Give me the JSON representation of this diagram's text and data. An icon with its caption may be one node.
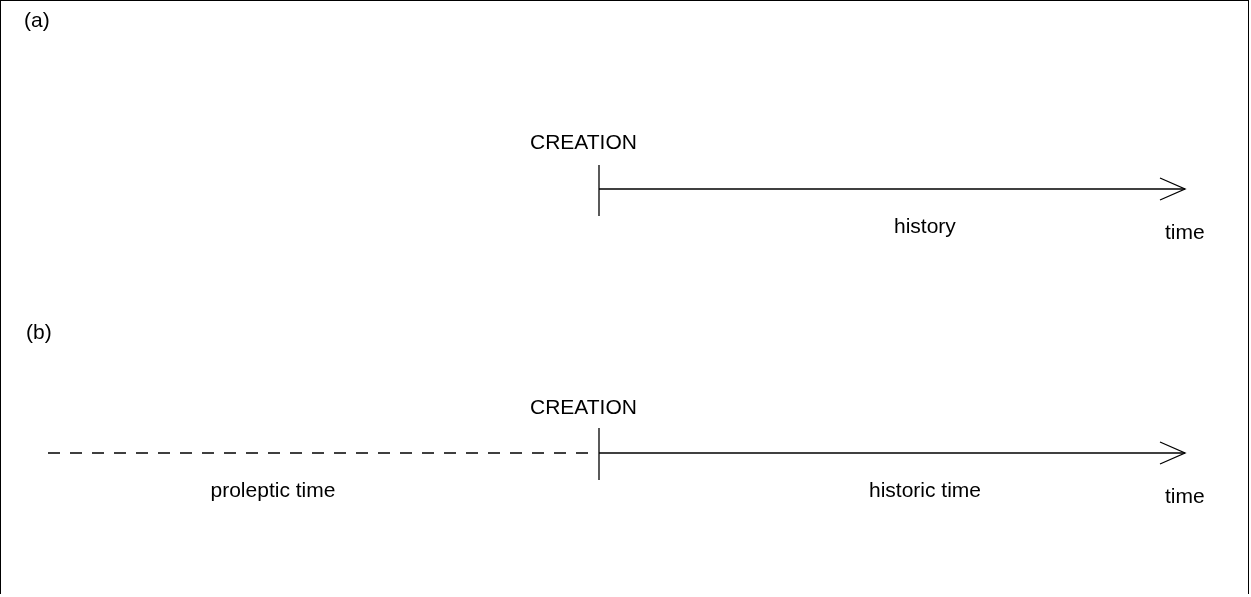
{
  "diagram": {
    "labels": [
      "(a)",
      "CREATION",
      "history",
      "time",
      "(b)",
      "CREATION",
      "proleptic time",
      "historic time",
      "time"
    ]
  }
}
